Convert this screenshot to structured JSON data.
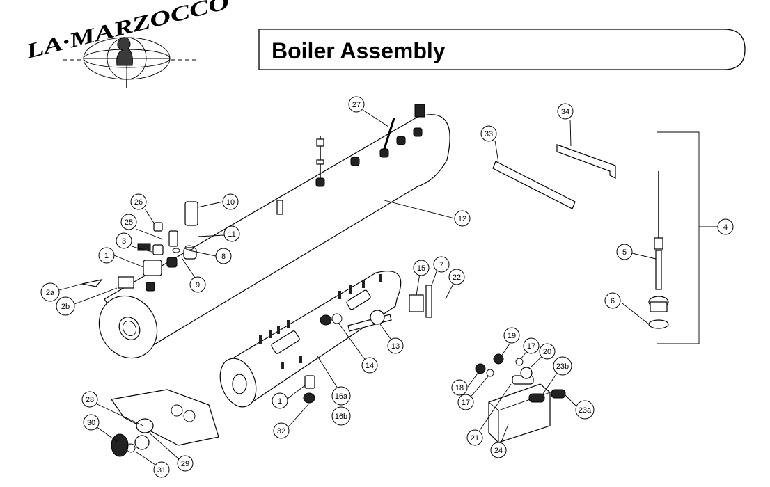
{
  "brand": {
    "name": "LA·MARZOCCO"
  },
  "title": "Boiler Assembly",
  "callouts": [
    "27",
    "34",
    "33",
    "26",
    "10",
    "25",
    "11",
    "3",
    "8",
    "1",
    "9",
    "12",
    "4",
    "5",
    "2a",
    "2b",
    "15",
    "7",
    "22",
    "6",
    "13",
    "14",
    "1",
    "32",
    "16a",
    "16b",
    "19",
    "17",
    "20",
    "23b",
    "18",
    "17",
    "23a",
    "21",
    "24",
    "28",
    "30",
    "29",
    "31"
  ]
}
